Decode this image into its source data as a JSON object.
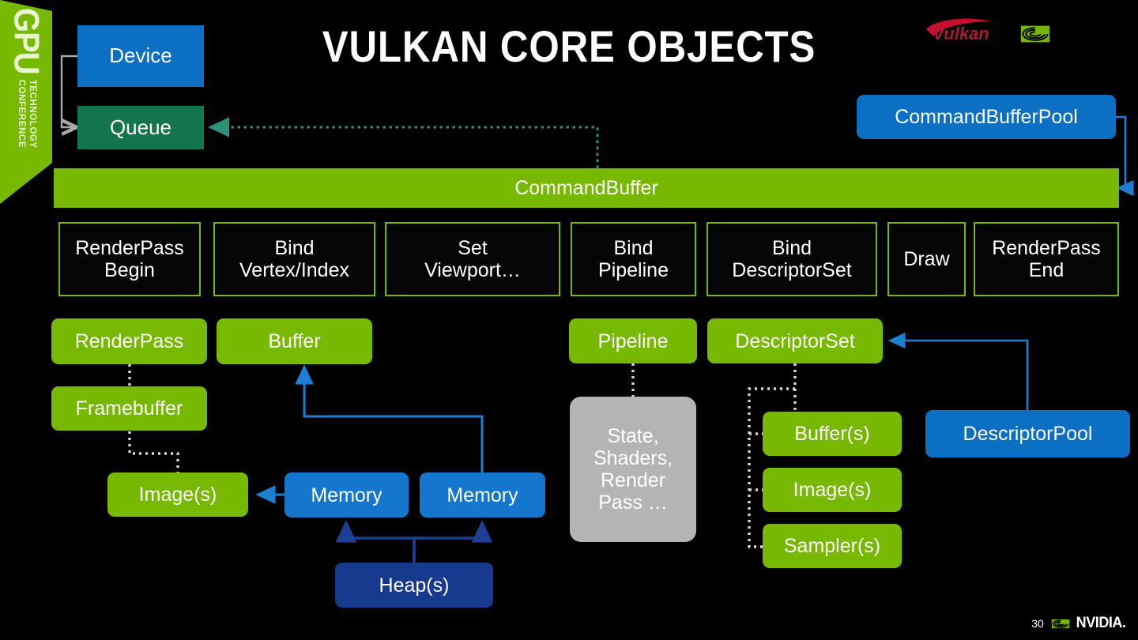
{
  "slide": {
    "title": "VULKAN CORE OBJECTS",
    "page_number": "30",
    "background_color": "#000000",
    "accent_green": "#76b900",
    "accent_blue": "#0b6fc4"
  },
  "branding": {
    "gtc_gpu": "GPU",
    "gtc_line1": "TECHNOLOGY",
    "gtc_line2": "CONFERENCE",
    "vulkan_logo_text": "Vulkan",
    "vulkan_logo_color": "#a51c2e",
    "nvidia_word": "NVIDIA.",
    "nvidia_eye_color": "#76b900"
  },
  "nodes": {
    "device": "Device",
    "queue": "Queue",
    "command_buffer_pool": "CommandBufferPool",
    "command_buffer": "CommandBuffer",
    "render_pass": "RenderPass",
    "buffer": "Buffer",
    "framebuffer": "Framebuffer",
    "images": "Image(s)",
    "memory_left": "Memory",
    "memory_right": "Memory",
    "heaps": "Heap(s)",
    "pipeline": "Pipeline",
    "pipeline_state": "State, Shaders, Render Pass …",
    "descriptor_set": "DescriptorSet",
    "ds_buffers": "Buffer(s)",
    "ds_images": "Image(s)",
    "ds_samplers": "Sampler(s)",
    "descriptor_pool": "DescriptorPool"
  },
  "commands": [
    {
      "line1": "RenderPass",
      "line2": "Begin"
    },
    {
      "line1": "Bind",
      "line2": "Vertex/Index"
    },
    {
      "line1": "Set",
      "line2": "Viewport…"
    },
    {
      "line1": "Bind",
      "line2": "Pipeline"
    },
    {
      "line1": "Bind",
      "line2": "DescriptorSet"
    },
    {
      "line1": "Draw",
      "line2": ""
    },
    {
      "line1": "RenderPass",
      "line2": "End"
    }
  ]
}
